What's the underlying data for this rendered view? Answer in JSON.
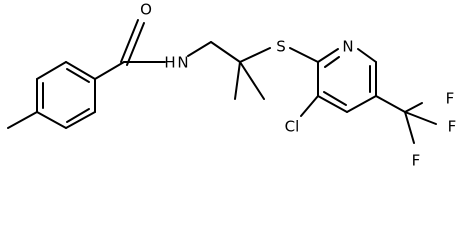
{
  "molecule": {
    "atoms": {
      "oxygen": "O",
      "amide_nitrogen": "N",
      "amide_hydrogen": "H",
      "sulfur": "S",
      "pyridine_nitrogen": "N",
      "chlorine": "Cl",
      "fluorine_top": "F",
      "fluorine_right": "F",
      "fluorine_bottom": "F"
    }
  }
}
